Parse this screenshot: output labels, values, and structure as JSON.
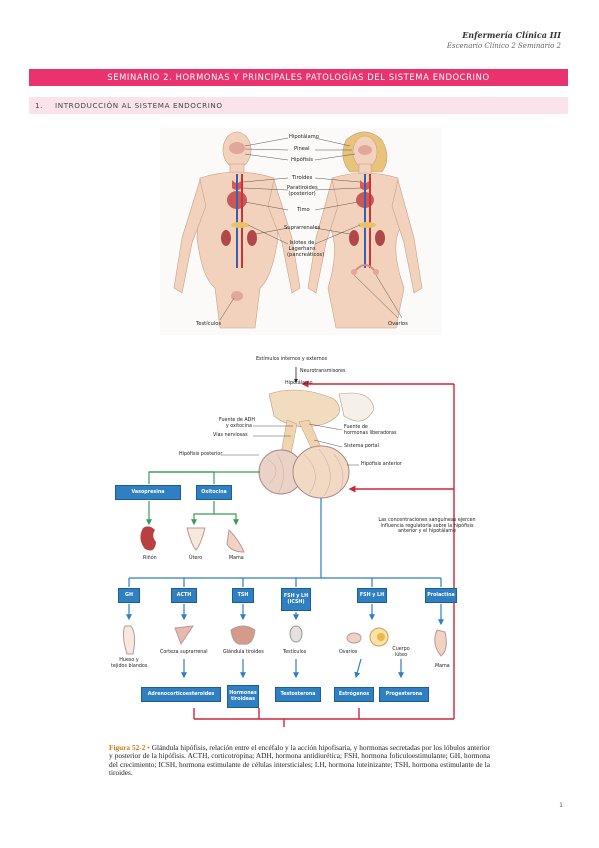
{
  "header": {
    "course": "Enfermería Clínica III",
    "subtitle": "Escenario Clínico 2 Seminario 2"
  },
  "title": "SEMINARIO 2. HORMONAS Y PRINCIPALES PATOLOGÍAS DEL SISTEMA ENDOCRINO",
  "section": {
    "number": "1.",
    "text": "INTRODUCCIÓN AL SISTEMA ENDOCRINO"
  },
  "anatomy_labels": {
    "hipotalamo": "Hipotálamo",
    "pineal": "Pineal",
    "hipofisis": "Hipófisis",
    "tiroides": "Tiroides",
    "paratiroides_1": "Paratiroides",
    "paratiroides_2": "(posterior)",
    "timo": "Timo",
    "suprarrenales": "Suprarrenales",
    "islotes_1": "Islotes de",
    "islotes_2": "Lagerhans",
    "islotes_3": "(pancreáticos)",
    "testiculos": "Testículos",
    "ovarios": "Ovarios"
  },
  "diagram": {
    "estimulos": "Estímulos internos y externos",
    "neurotransmisores": "Neurotransmisores",
    "hipotalamo": "Hipotálamo",
    "fuente_adh_1": "Fuente de ADH",
    "fuente_adh_2": "y oxitocina",
    "vias_nerviosas": "Vías nerviosas",
    "fuente_hormonas_1": "Fuente de",
    "fuente_hormonas_2": "hormonas liberadoras",
    "sistema_portal": "Sistema portal",
    "hipofisis_posterior": "Hipófisis posterior",
    "hipofisis_anterior": "Hipófisis anterior",
    "vasopresina": "Vasopresina",
    "oxitocina": "Oxitocina",
    "rinon": "Riñón",
    "utero": "Útero",
    "mama": "Mama",
    "concentraciones_1": "Las concentraciones sanguíneas ejercen",
    "concentraciones_2": "influencia regulatoria sobre la hipófisis",
    "concentraciones_3": "anterior y el hipotálamo",
    "gh": "GH",
    "acth": "ACTH",
    "tsh": "TSH",
    "fsh_lh_icsh_1": "FSH y LH",
    "fsh_lh_icsh_2": "(ICSH)",
    "fsh_lh": "FSH y LH",
    "prolactina": "Prolactina",
    "hueso_1": "Hueso y",
    "hueso_2": "tejidos blandos",
    "corteza": "Corteza suprarrenal",
    "glandula_tiroides": "Glándula tiroides",
    "testiculos": "Testículos",
    "ovarios": "Ovarios",
    "cuerpo_luteo_1": "Cuerpo",
    "cuerpo_luteo_2": "lúteo",
    "mama2": "Mama",
    "adrenocorticoesteroides": "Adrenocorticoesteroides",
    "hormonas_tiroideas_1": "Hormonas",
    "hormonas_tiroideas_2": "tiroideas",
    "testosterona": "Testosterona",
    "estrogenos": "Estrógenos",
    "progesterona": "Progesterona"
  },
  "caption": {
    "figure": "Figura 52-2 •",
    "text": "Glándula hipófisis, relación entre el encéfalo y la acción hipofisaria, y hormonas secretadas por los lóbulos anterior y posterior de la hipófisis. ACTH, corticotropina; ADH, hormona antidiurética; FSH, hormona foliculoestimulante; GH, hormona del crecimiento; ICSH, hormona estimulante de células intersticiales; LH, hormona luteinizante; TSH, hormona estimulante de la tiroides."
  },
  "page_number": "1",
  "colors": {
    "title_bar": "#e8336f",
    "section_bar": "#fbe3ec",
    "box_blue": "#2f7fc1",
    "feedback_red": "#d0253a",
    "green": "#3a9a5b"
  }
}
